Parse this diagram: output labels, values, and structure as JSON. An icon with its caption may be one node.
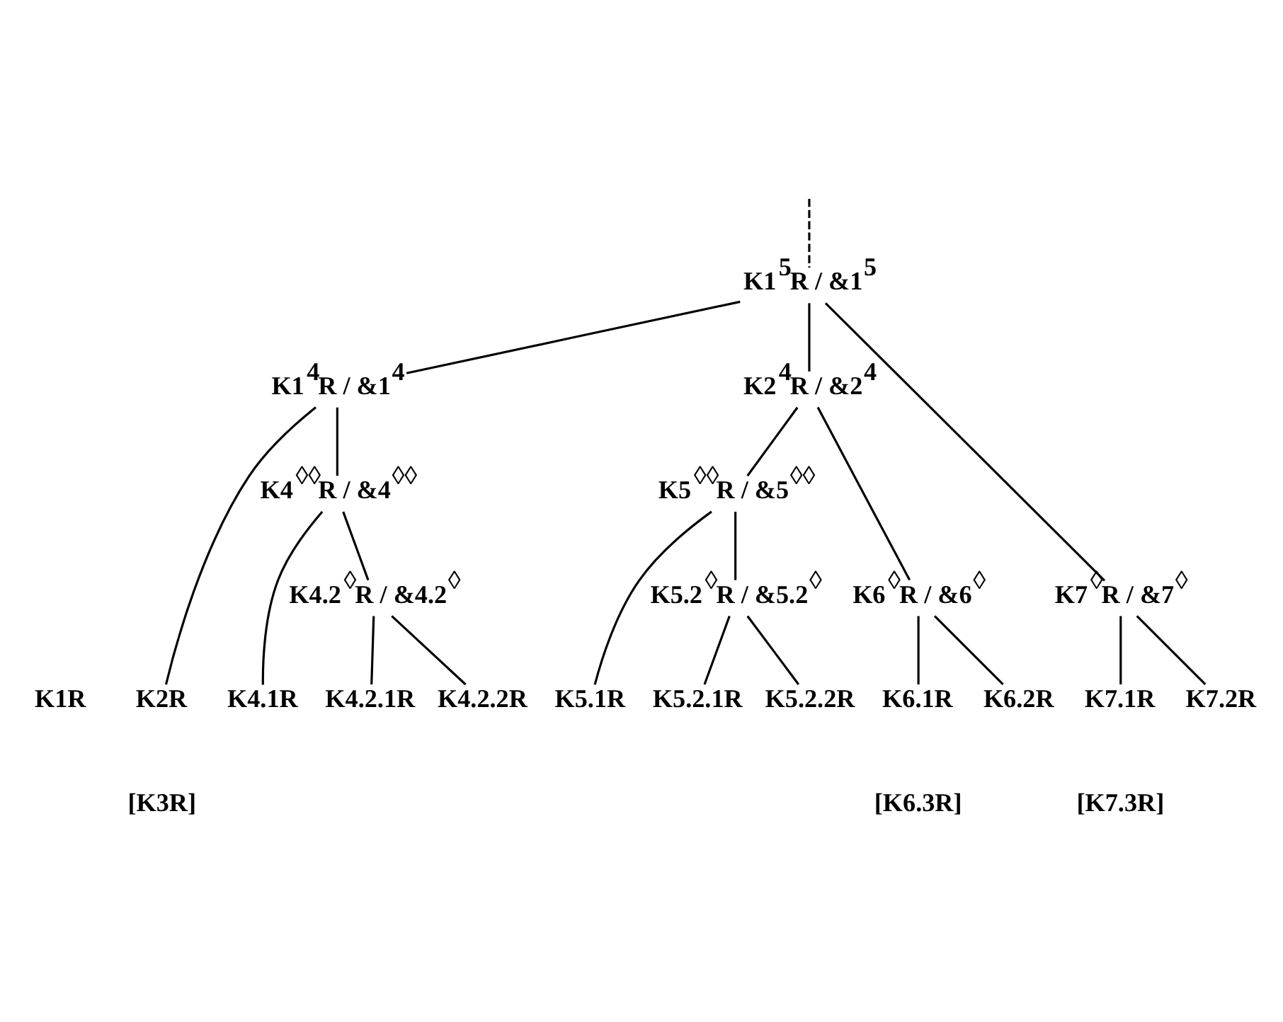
{
  "diagram": {
    "nodes": [
      {
        "text": [
          "K1$^{5}$R / &1$^{5}$"
        ]
      },
      {
        "text": [
          "K1$^{4}$R / &1$^{4}$"
        ]
      },
      {
        "text": [
          "K2$^{4}$R / &2$^{4}$"
        ]
      },
      {
        "text": [
          "K4$^{◊◊}$R / &4$^{◊◊}$"
        ]
      },
      {
        "text": [
          "K5$^{◊◊}$R / &5$^{◊◊}$"
        ]
      },
      {
        "text": [
          "K4.2$^{◊}$R / &4.2$^{◊}$"
        ]
      },
      {
        "text": [
          "K5.2$^{◊}$R / &5.2$^{◊}$"
        ]
      },
      {
        "text": [
          "K6$^{◊}$R / &6$^{◊}$"
        ]
      },
      {
        "text": [
          "K7$^{◊}$R / &7$^{◊}$"
        ]
      },
      {
        "text": [
          "K2R"
        ]
      },
      {
        "text": [
          "K4.1R"
        ]
      },
      {
        "text": [
          "K4.2.1R"
        ]
      },
      {
        "text": [
          "K4.2.2R"
        ]
      },
      {
        "text": [
          "K5.1R"
        ]
      },
      {
        "text": [
          "K5.2.1R"
        ]
      },
      {
        "text": [
          "K5.2.2R"
        ]
      },
      {
        "text": [
          "K6.1R"
        ]
      },
      {
        "text": [
          "K6.2R"
        ]
      },
      {
        "text": [
          "K7.1R"
        ]
      },
      {
        "text": [
          "K7.2R"
        ]
      }
    ],
    "edges": [
      {
        "from": null,
        "to": 0,
        "arrow": "none",
        "style": "dashed"
      },
      {
        "from": 0,
        "to": 1,
        "arrow": "none"
      },
      {
        "from": 0,
        "to": 2,
        "arrow": "none"
      },
      {
        "from": 0,
        "to": 8,
        "arrow": "none"
      },
      {
        "from": 1,
        "to": 9,
        "arrow": "none"
      },
      {
        "from": 1,
        "to": 3,
        "arrow": "none"
      },
      {
        "from": 3,
        "to": 10,
        "arrow": "none"
      },
      {
        "from": 3,
        "to": 5,
        "arrow": "none"
      },
      {
        "from": 5,
        "to": 11,
        "arrow": "none"
      },
      {
        "from": 5,
        "to": 12,
        "arrow": "none"
      },
      {
        "from": 2,
        "to": 4,
        "arrow": "none"
      },
      {
        "from": 2,
        "to": 7,
        "arrow": "none"
      },
      {
        "from": 4,
        "to": 13,
        "arrow": "none"
      },
      {
        "from": 4,
        "to": 6,
        "arrow": "none"
      },
      {
        "from": 6,
        "to": 14,
        "arrow": "none"
      },
      {
        "from": 6,
        "to": 15,
        "arrow": "none"
      },
      {
        "from": 7,
        "to": 16,
        "arrow": "none"
      },
      {
        "from": 7,
        "to": 17,
        "arrow": "none"
      },
      {
        "from": 8,
        "to": 18,
        "arrow": "none"
      },
      {
        "from": 8,
        "to": 19,
        "arrow": "none"
      }
    ],
    "labels": [
      "K1R",
      "[K3R]",
      "[K6.3R]",
      "[K7.3R]"
    ]
  }
}
